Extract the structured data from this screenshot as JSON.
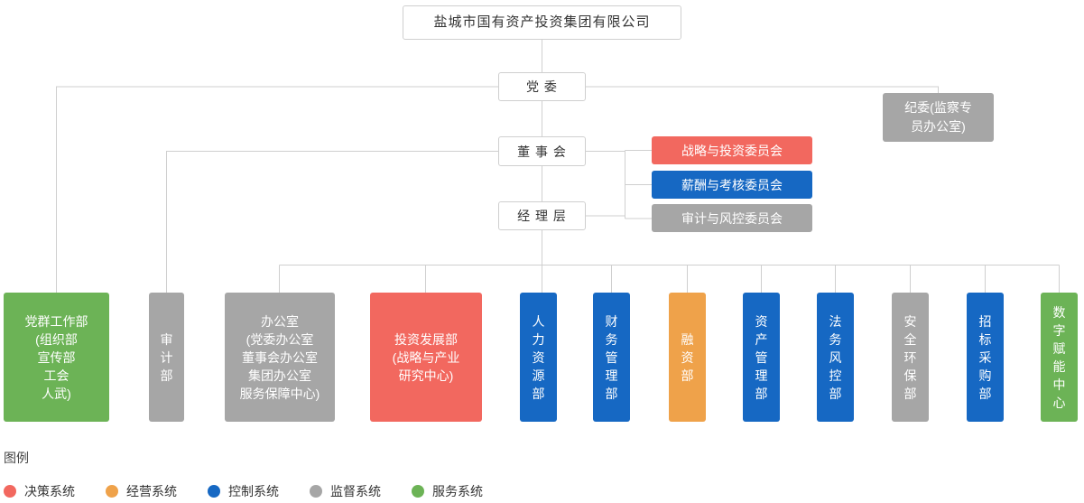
{
  "title": "盐城市国有资产投资集团有限公司",
  "nodes": {
    "root": "盐城市国有资产投资集团有限公司",
    "party_committee": "党 委",
    "board": "董 事 会",
    "management": "经 理 层",
    "discipline": "纪委(监察专\n员办公室)",
    "committees": [
      {
        "label": "战略与投资委员会",
        "color": "red"
      },
      {
        "label": "薪酬与考核委员会",
        "color": "blue"
      },
      {
        "label": "审计与风控委员会",
        "color": "gray"
      }
    ],
    "departments": [
      {
        "label": "党群工作部\n(组织部\n宣传部\n工会\n人武)",
        "color": "green"
      },
      {
        "label": "审\n计\n部",
        "color": "gray"
      },
      {
        "label": "办公室\n(党委办公室\n董事会办公室\n集团办公室\n服务保障中心)",
        "color": "gray"
      },
      {
        "label": "投资发展部\n(战略与产业\n研究中心)",
        "color": "red"
      },
      {
        "label": "人\n力\n资\n源\n部",
        "color": "blue"
      },
      {
        "label": "财\n务\n管\n理\n部",
        "color": "blue"
      },
      {
        "label": "融\n资\n部",
        "color": "orange"
      },
      {
        "label": "资\n产\n管\n理\n部",
        "color": "blue"
      },
      {
        "label": "法\n务\n风\n控\n部",
        "color": "blue"
      },
      {
        "label": "安\n全\n环\n保\n部",
        "color": "gray"
      },
      {
        "label": "招\n标\n采\n购\n部",
        "color": "blue"
      },
      {
        "label": "数\n字\n赋\n能\n中\n心",
        "color": "green"
      }
    ]
  },
  "legend": {
    "title": "图例",
    "items": [
      {
        "label": "决策系统",
        "color": "#f2685f"
      },
      {
        "label": "经营系统",
        "color": "#efa24a"
      },
      {
        "label": "控制系统",
        "color": "#1668c3"
      },
      {
        "label": "监督系统",
        "color": "#a6a6a6"
      },
      {
        "label": "服务系统",
        "color": "#6cb356"
      }
    ]
  },
  "colors": {
    "red": "#f2685f",
    "orange": "#efa24a",
    "blue": "#1668c3",
    "gray": "#a6a6a6",
    "green": "#6cb356",
    "line": "#cfcfcf",
    "box_border": "#cfcfcf"
  }
}
